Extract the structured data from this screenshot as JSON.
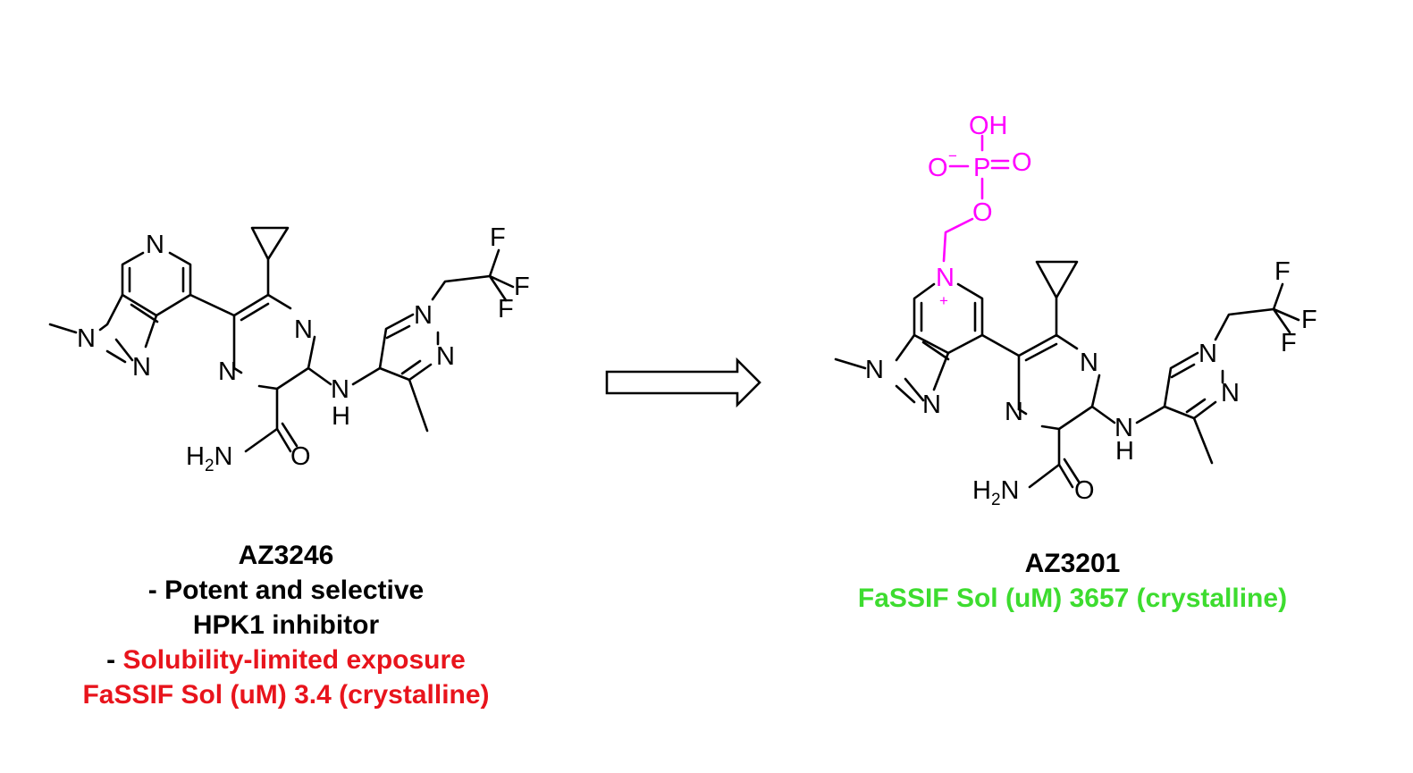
{
  "colors": {
    "black": "#000000",
    "red": "#e8141c",
    "green": "#3ddc2f",
    "magenta": "#ff00ff"
  },
  "atoms": {
    "N": "N",
    "F": "F",
    "H": "H",
    "O": "O",
    "P": "P",
    "OH": "OH",
    "H2N_H": "H",
    "H2N_2": "2",
    "H2N_N": "N",
    "plus": "+",
    "minus": "−"
  },
  "left_compound": {
    "name": "AZ3246",
    "line1": "- Potent and selective",
    "line2": "HPK1 inhibitor",
    "dash": "- ",
    "line3": "Solubility-limited exposure",
    "line4": "FaSSIF Sol (uM) 3.4 (crystalline)"
  },
  "right_compound": {
    "name": "AZ3201",
    "line1": "FaSSIF Sol (uM) 3657 (crystalline)"
  },
  "arrow": {
    "icon": "hollow-right-arrow-icon"
  }
}
